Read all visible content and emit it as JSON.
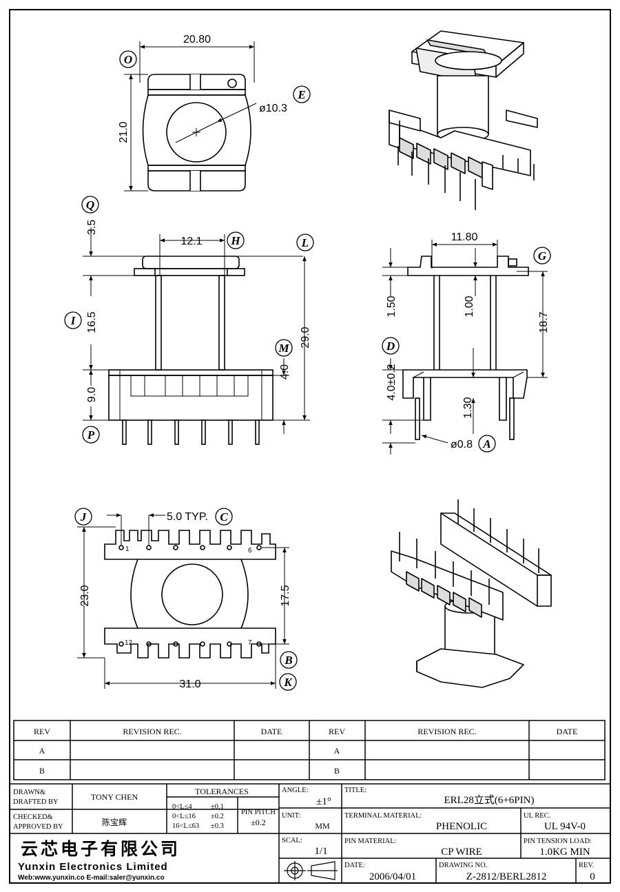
{
  "views": {
    "top": {
      "width": "20.80",
      "height": "21.0",
      "hole": "ø10.3",
      "label_o": "O",
      "label_e": "E"
    },
    "front": {
      "dim_35": "3.5",
      "dim_121": "12.1",
      "dim_165": "16.5",
      "dim_90": "9.0",
      "dim_290": "29.0",
      "dim_40": "4.0",
      "label_q": "Q",
      "label_h": "H",
      "label_l": "L",
      "label_i": "I",
      "label_m": "M",
      "label_p": "P"
    },
    "side": {
      "dim_118": "11.80",
      "dim_150": "1.50",
      "dim_100": "1.00",
      "dim_187": "18.7",
      "dim_40tol": "4.0±0.2",
      "dim_130": "1.30",
      "pin_dia": "ø0.8",
      "label_g": "G",
      "label_d": "D",
      "label_a": "A"
    },
    "bottom": {
      "pitch": "5.0 TYP.",
      "dim_230": "23.0",
      "dim_175": "17.5",
      "dim_310": "31.0",
      "pin1": "1",
      "pin6": "6",
      "pin12": "12",
      "pin7": "7",
      "label_j": "J",
      "label_c": "C",
      "label_b": "B",
      "label_k": "K"
    }
  },
  "revisions": {
    "headers": [
      "REV",
      "REVISION REC.",
      "DATE",
      "REV",
      "REVISION REC.",
      "DATE"
    ],
    "rows": [
      {
        "left_rev": "A",
        "right_rev": "A"
      },
      {
        "left_rev": "B",
        "right_rev": "B"
      }
    ]
  },
  "title_block": {
    "drawn_label_1": "DRAWN&",
    "drawn_label_2": "DRAFTED BY",
    "drawn_value": "TONY CHEN",
    "checked_label_1": "CHECKED&",
    "checked_label_2": "APPROVED BY",
    "checked_value": "陈宝辉",
    "tolerances_label": "TOLERANCES",
    "tol_rows": [
      {
        "range": "0<L≤4",
        "tol": "±0.1"
      },
      {
        "range": "0<L≤16",
        "tol": "±0.2"
      },
      {
        "range": "16<L≤63",
        "tol": "±0.3"
      }
    ],
    "pin_pitch_label": "PIN PITCH",
    "pin_pitch_value": "±0.2",
    "angle_label": "ANGLE:",
    "angle_value": "±1°",
    "unit_label": "UNIT:",
    "unit_value": "MM",
    "scale_label": "SCAL:",
    "scale_value": "1/1",
    "title_label": "TITLE:",
    "title_value": "ERL28立式(6+6PIN)",
    "terminal_label": "TERMINAL MATERIAL:",
    "terminal_value": "PHENOLIC",
    "ul_label": "UL REC.",
    "ul_value": "UL 94V-0",
    "pin_mat_label": "PIN MATERIAL:",
    "pin_mat_value": "CP WIRE",
    "tension_label": "PIN TENSION LOAD:",
    "tension_value": "1.0KG MIN",
    "date_label": "DATE:",
    "date_value": "2006/04/01",
    "drawing_label": "DRAWING NO.",
    "drawing_value": "Z-2812/BERL2812",
    "rev_label": "REV.",
    "rev_value": "0",
    "company_cn": "云芯电子有限公司",
    "company_en": "Yunxin Electronics Limited",
    "company_web": "Web:www.yunxin.co E-mail:saler@yunxin.co"
  }
}
